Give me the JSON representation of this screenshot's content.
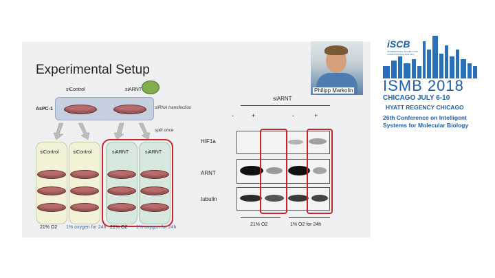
{
  "slide": {
    "title": "Experimental Setup",
    "left_panel": {
      "top_labels": [
        "siControl",
        "siARNT"
      ],
      "row_label": "AsPC-1",
      "transfection_label": "siRNA transfection",
      "split_label": "split once",
      "column_labels": [
        "siControl",
        "siControl",
        "siARNT",
        "siARNT"
      ],
      "bottom_labels": [
        "21% O2",
        "1% oxygen for 24h",
        "21% O2",
        "1% oxygen for 24h"
      ]
    },
    "blot_panel": {
      "header": "siARNT",
      "signs": [
        "-",
        "+",
        "-",
        "+"
      ],
      "rows": [
        "HIF1a",
        "ARNT",
        "tubulin"
      ],
      "bottom_labels": [
        "21% O2",
        "1% O2 for 24h"
      ]
    },
    "speaker_name": "Philipp Markolin"
  },
  "conference": {
    "logo_text": "iSCB",
    "logo_subtext": "INTERNATIONAL SOCIETY FOR COMPUTATIONAL BIOLOGY",
    "name": "ISMB 2018",
    "city_dates": "CHICAGO  JULY 6-10",
    "venue": "HYATT REGENCY CHICAGO",
    "tagline_line1": "26th Conference on Intelligent",
    "tagline_line2": "Systems for Molecular Biology"
  },
  "colors": {
    "accent_red": "#c9242b",
    "conference_blue": "#1f5fa8",
    "control_column": "#f2f3d6",
    "arnt_column": "#d7e9de"
  }
}
